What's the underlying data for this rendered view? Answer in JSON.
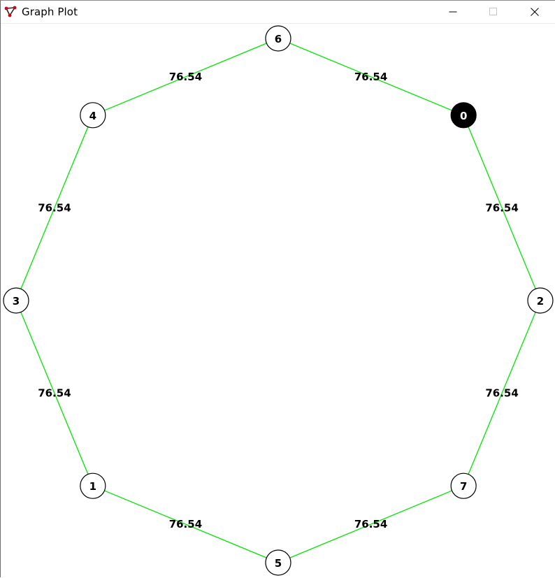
{
  "window": {
    "title": "Graph Plot",
    "icon": "graph-app-icon",
    "controls": [
      "minimize-icon",
      "maximize-icon",
      "close-icon"
    ]
  },
  "graph": {
    "edge_color": "#00e600",
    "node_fill": "#ffffff",
    "node_stroke": "#000000",
    "highlight_fill": "#000000",
    "highlight_text": "#ffffff",
    "highlighted_node": "0",
    "nodes": [
      "0",
      "2",
      "7",
      "5",
      "1",
      "3",
      "4",
      "6"
    ],
    "edges": [
      {
        "from": "6",
        "to": "0",
        "weight": "76.54"
      },
      {
        "from": "0",
        "to": "2",
        "weight": "76.54"
      },
      {
        "from": "2",
        "to": "7",
        "weight": "76.54"
      },
      {
        "from": "7",
        "to": "5",
        "weight": "76.54"
      },
      {
        "from": "5",
        "to": "1",
        "weight": "76.54"
      },
      {
        "from": "1",
        "to": "3",
        "weight": "76.54"
      },
      {
        "from": "3",
        "to": "4",
        "weight": "76.54"
      },
      {
        "from": "4",
        "to": "6",
        "weight": "76.54"
      }
    ]
  }
}
